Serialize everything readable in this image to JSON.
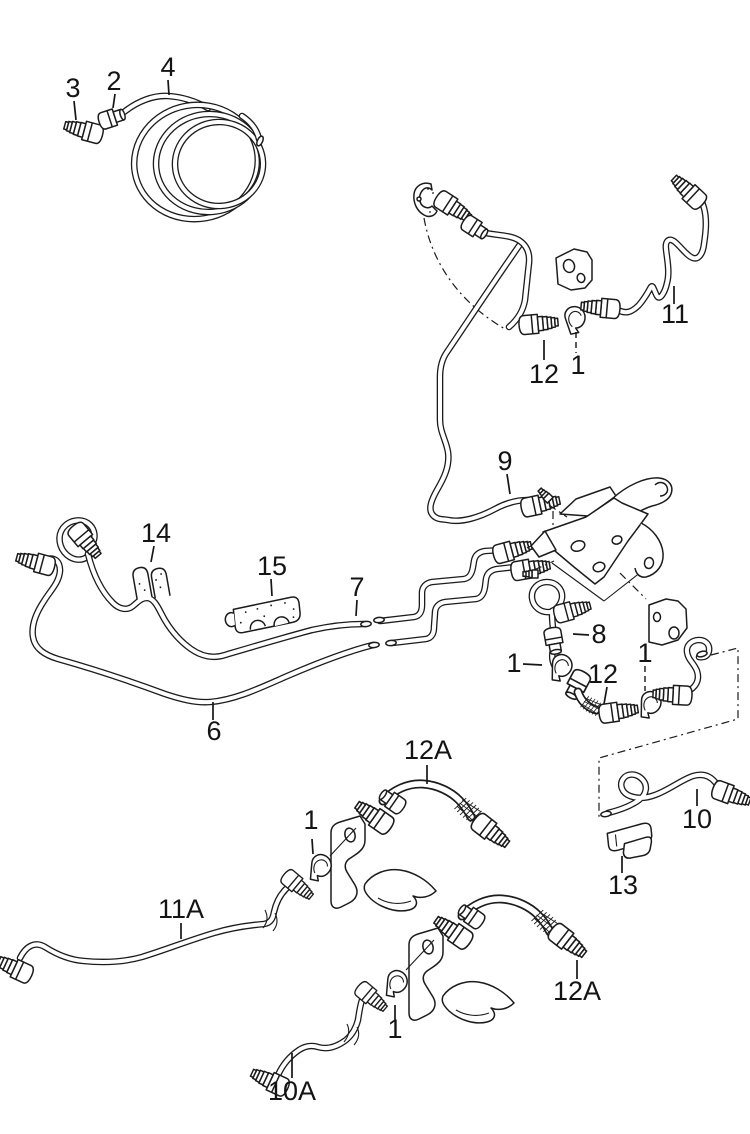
{
  "figure": {
    "background": "#ffffff",
    "line_color": "#1c1c1c",
    "type": "exploded-parts-line-diagram"
  },
  "callouts": [
    {
      "text": "3",
      "target": "male-connector-3"
    },
    {
      "text": "2",
      "target": "union-nut-2"
    },
    {
      "text": "4",
      "target": "coiled-brake-pipe-4"
    },
    {
      "text": "11",
      "target": "brake-pipe-11"
    },
    {
      "text": "12",
      "target": "union-12-upper"
    },
    {
      "text": "1",
      "target": "clip-1-upper"
    },
    {
      "text": "9",
      "target": "brake-pipe-9"
    },
    {
      "text": "14",
      "target": "clip-14"
    },
    {
      "text": "15",
      "target": "clamp-15"
    },
    {
      "text": "7",
      "target": "brake-pipe-7"
    },
    {
      "text": "6",
      "target": "brake-pipe-6"
    },
    {
      "text": "8",
      "target": "banjo-bolt-8"
    },
    {
      "text": "1",
      "target": "clip-1-middle-left"
    },
    {
      "text": "12",
      "target": "union-12-middle"
    },
    {
      "text": "1",
      "target": "clip-1-middle-right"
    },
    {
      "text": "10",
      "target": "brake-pipe-10"
    },
    {
      "text": "13",
      "target": "clip-13"
    },
    {
      "text": "12A",
      "target": "brake-hose-12a-upper"
    },
    {
      "text": "1",
      "target": "clip-1-lower-left"
    },
    {
      "text": "11A",
      "target": "brake-pipe-11a"
    },
    {
      "text": "1",
      "target": "clip-1-lower-right"
    },
    {
      "text": "12A",
      "target": "brake-hose-12a-lower"
    },
    {
      "text": "10A",
      "target": "brake-pipe-10a"
    }
  ]
}
